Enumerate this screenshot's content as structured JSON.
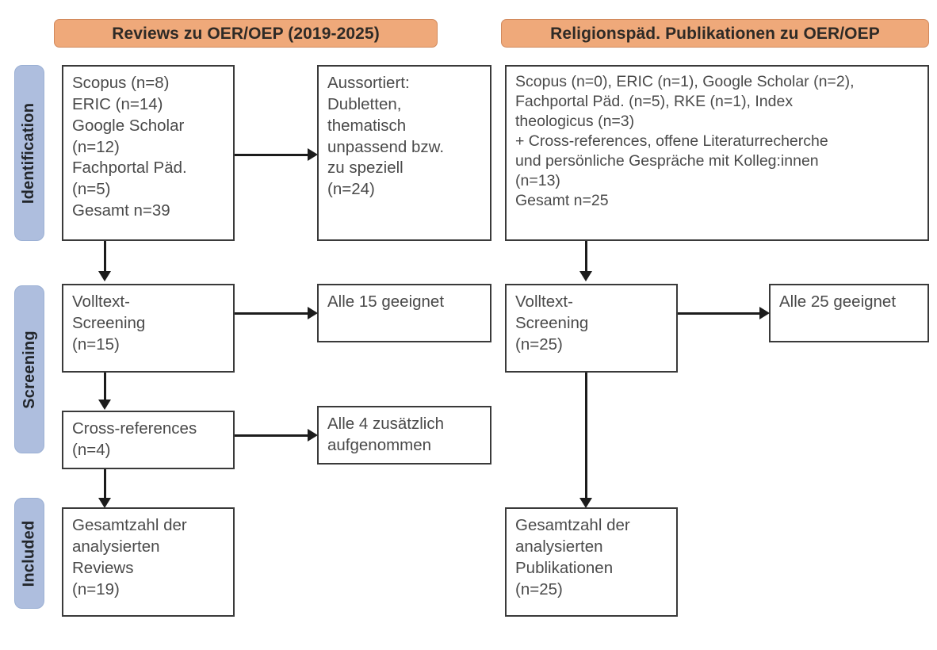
{
  "columns": {
    "left_header": "Reviews zu OER/OEP (2019-2025)",
    "right_header": "Religionspäd. Publikationen zu OER/OEP"
  },
  "stages": [
    {
      "label": "Identification"
    },
    {
      "label": "Screening"
    },
    {
      "label": "Included"
    }
  ],
  "left_column": {
    "identification_sources": "Scopus (n=8)\nERIC (n=14)\nGoogle Scholar\n(n=12)\nFachportal Päd.\n(n=5)\nGesamt n=39",
    "excluded": "Aussortiert:\nDubletten,\nthematisch\nunpassend bzw.\nzu speziell\n(n=24)",
    "fulltext_screening": "Volltext-\nScreening\n(n=15)",
    "screening_result": "Alle 15 geeignet",
    "cross_references": "Cross-references\n(n=4)",
    "cross_references_result": "Alle 4 zusätzlich\naufgenommen",
    "included_total": "Gesamtzahl der\nanalysierten\nReviews\n(n=19)"
  },
  "right_column": {
    "identification_sources": "Scopus (n=0), ERIC (n=1), Google Scholar (n=2),\nFachportal Päd. (n=5), RKE (n=1), Index\ntheologicus (n=3)\n+ Cross-references, offene Literaturrecherche\nund persönliche Gespräche mit Kolleg:innen\n(n=13)\nGesamt n=25",
    "fulltext_screening": "Volltext-\nScreening\n(n=25)",
    "screening_result": "Alle 25 geeignet",
    "included_total": "Gesamtzahl der\nanalysierten\nPublikationen\n(n=25)"
  },
  "colors": {
    "header_fill": "#EFA97A",
    "header_border": "#D1895C",
    "stage_fill": "#AEBEDE",
    "stage_border": "#9BB0D4",
    "box_border": "#3a3a3a",
    "connector": "#1c1c1c",
    "text": "#4a4a4a",
    "background": "#ffffff"
  }
}
